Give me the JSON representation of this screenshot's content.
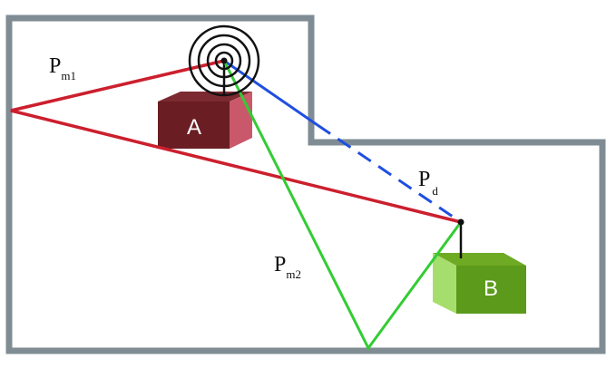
{
  "colors": {
    "wall": "#7f8c93",
    "path_m1": "#cc1f2e",
    "path_d": "#1f4fe0",
    "path_m2": "#33cc33",
    "box_a_front": "#6a1e24",
    "box_a_top": "#7a2a30",
    "box_a_side": "#c9596a",
    "box_b_front": "#5b9a1a",
    "box_b_top": "#6faa24",
    "box_b_side": "#a6de6e",
    "antenna": "#111111"
  },
  "labels": {
    "pm1": {
      "main": "P",
      "sub": "m1"
    },
    "pd": {
      "main": "P",
      "sub": "d"
    },
    "pm2": {
      "main": "P",
      "sub": "m2"
    }
  },
  "nodes": {
    "a": {
      "letter": "A",
      "icon": "transmitter-antenna-icon"
    },
    "b": {
      "letter": "B",
      "icon": "receiver-antenna-icon"
    }
  }
}
